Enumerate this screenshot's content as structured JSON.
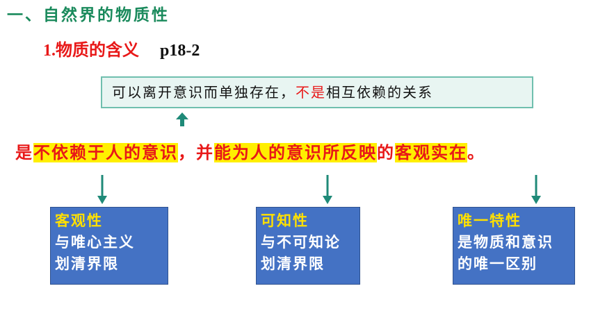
{
  "section_title": "一、自然界的物质性",
  "subtitle": {
    "number": "1.",
    "text": "物质的含义",
    "ref": "p18-2"
  },
  "note": {
    "part1": "可以离开意识而单独存在，",
    "red": "不是",
    "part2": "相互依赖的关系"
  },
  "definition": {
    "p1": "是",
    "h1": "不依赖于人的意识",
    "p2": "，并",
    "h2": "能为人的意识所反映",
    "p3": "的",
    "h3": "客观实在",
    "p4": "。"
  },
  "cards": [
    {
      "title": "客观性",
      "line1": "与唯心主义",
      "line2": "划清界限"
    },
    {
      "title": "可知性",
      "line1": "与不可知论",
      "line2": "划清界限"
    },
    {
      "title": "唯一特性",
      "line1": "是物质和意识",
      "line2": "的唯一区别"
    }
  ],
  "colors": {
    "title_green": "#1a8a5c",
    "red": "#e81818",
    "highlight": "#ffef00",
    "card_blue": "#4472c4",
    "card_title": "#ffe000",
    "arrow_teal": "#1f8a78"
  }
}
